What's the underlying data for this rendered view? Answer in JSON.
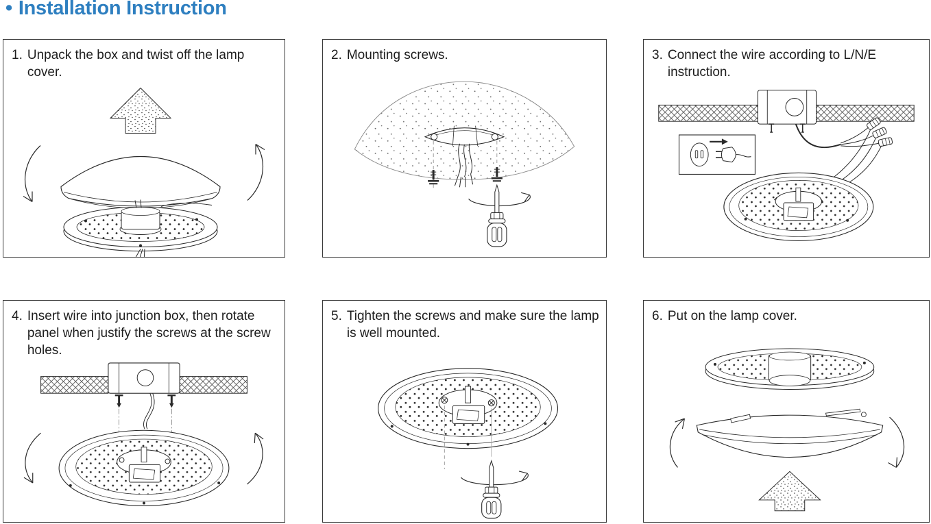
{
  "title": {
    "bullet": "•",
    "text": "Installation Instruction"
  },
  "colors": {
    "title_blue": "#2e7fc0",
    "line": "#2a2a2a",
    "panel_border": "#3a3a3a",
    "text": "#1d1d1d"
  },
  "panels": [
    {
      "number": "1.",
      "caption": "Unpack the box and twist off the lamp cover."
    },
    {
      "number": "2.",
      "caption": "Mounting screws."
    },
    {
      "number": "3.",
      "caption": "Connect the wire according to L/N/E instruction."
    },
    {
      "number": "4.",
      "caption": "Insert wire into junction box, then rotate panel when justify the screws at the screw holes."
    },
    {
      "number": "5.",
      "caption": "Tighten the screws and make sure the lamp is well mounted."
    },
    {
      "number": "6.",
      "caption": "Put on the lamp cover."
    }
  ]
}
